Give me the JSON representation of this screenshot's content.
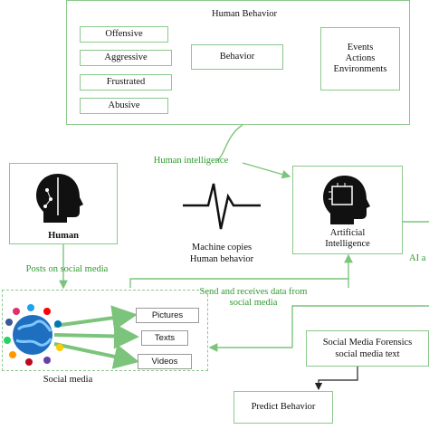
{
  "human_behavior": {
    "title": "Human Behavior",
    "behaviors": [
      "Offensive",
      "Aggressive",
      "Frustrated",
      "Abusive"
    ],
    "center": "Behavior",
    "sources": [
      "Events",
      "Actions",
      "Environments"
    ]
  },
  "human_intelligence_label": "Human intelligence",
  "human": {
    "label": "Human"
  },
  "machine": {
    "line1": "Machine copies",
    "line2": "Human behavior"
  },
  "ai": {
    "line1": "Artificial",
    "line2": "Intelligence",
    "cut_label": "AI a"
  },
  "posts_label": "Posts on social media",
  "send_receive": {
    "line1": "Send and receives data from",
    "line2": "social media"
  },
  "social": {
    "label": "Social media",
    "items": [
      "Pictures",
      "Texts",
      "Videos"
    ]
  },
  "forensics": {
    "line1": "Social Media Forensics",
    "line2": "social media text"
  },
  "predict": "Predict Behavior",
  "colors": {
    "accent_green": "#2e9a2e",
    "box_border": "#8cc88c",
    "arrow_green": "#7cc47c"
  }
}
